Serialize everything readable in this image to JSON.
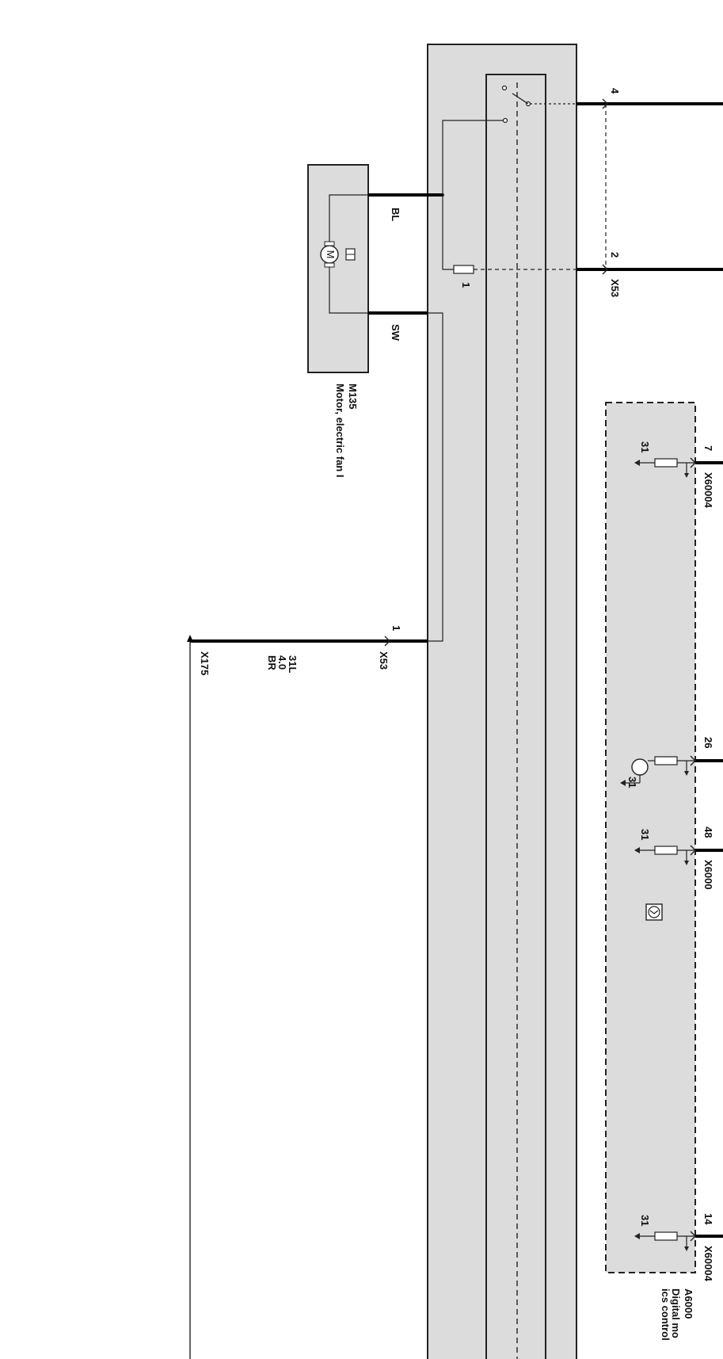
{
  "diagram": {
    "fan_motor": {
      "id": "M135",
      "name": "Motor, electric fan I",
      "wire_upper": "BL",
      "wire_lower": "SW",
      "motor_symbol": "M"
    },
    "relay_connector": {
      "name": "X53",
      "pin_top": "4",
      "pin_mid": "2",
      "fuse_label": "1"
    },
    "ground_connector": {
      "name": "X53",
      "pin": "1",
      "wire_function": "31L",
      "wire_size": "4.0",
      "wire_color": "BR",
      "ground_point": "X175"
    },
    "dme": {
      "id": "A6000",
      "name_line1": "Digital mo",
      "name_line2": "ics control",
      "ground_label": "31",
      "pins": [
        {
          "pin": "7",
          "connector": "X60004"
        },
        {
          "pin": "26",
          "connector": ""
        },
        {
          "pin": "48",
          "connector": "X6000"
        },
        {
          "pin": "14",
          "connector": "X60004"
        }
      ],
      "icon": "engine-control-icon"
    }
  }
}
